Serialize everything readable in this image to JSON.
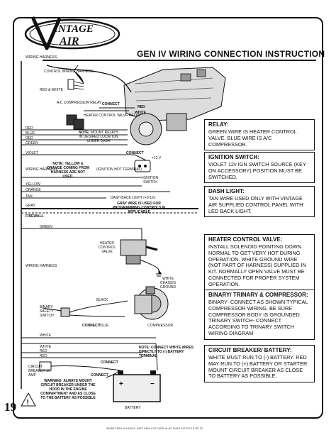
{
  "brand": {
    "logo_text": "VINTAGE AIR"
  },
  "page_title": "GEN IV WIRING CONNECTION INSTRUCTION",
  "page_number": "19",
  "footer": "904557 REV A 4/16/12, INST 1969 CUTLASS w/ AC EVAP KIT PG 19 OF 22",
  "labels": {
    "wiring_harness_top": "WIRING HARNESS",
    "control_wiring_harness": "CONTROL WIRING HARNESS",
    "red_white": "RED & WHITE",
    "ac_compressor_relay": "A/C COMPRESSOR RELAY",
    "connect_1": "CONNECT",
    "connect_red": "RED",
    "connect_white": "WHITE",
    "heater_control_valve_relay": "HEATER CONTROL VALVE RELAY",
    "red": "RED",
    "blue": "BLUE",
    "red_2": "RED",
    "green": "GREEN",
    "mount_note_label": "NOTE:",
    "mount_note": "MOUNT RELAYS IN DESIRED LOCATION UNDER DASH",
    "violet": "VIOLET",
    "connect_12v": "CONNECT",
    "plus12v": "+12 V",
    "ignition_hot_terminal": "(IGNITION HOT TERMINAL)",
    "ignition_switch": "IGNITION SWITCH",
    "wiring_harness_mid": "WIRING HARNESS",
    "yellow_orange_note": "NOTE: YELLOW & ORANGE COMING FROM HARNESS ARE NOT USED.",
    "yellow": "YELLOW",
    "orange": "ORANGE",
    "tan": "TAN",
    "gray": "GRAY",
    "dash_back_light": "DASH BACK LIGHT (+0-12v",
    "gray_wire_note": "GRAY WIRE IS USED FOR PROGRAMMING CONTROLS IF APPLICABLE",
    "firewall": "FIREWALL",
    "green_lower": "GREEN",
    "heater_control_valve": "HEATER CONTROL VALVE",
    "wiring_harness_low": "WIRING HARNESS",
    "white_chassis_ground": "WHITE CHASSIS GROUND",
    "binary_safety_switch": "BINARY SAFETY SWITCH",
    "black": "BLACK",
    "connect_blue": "CONNECT",
    "blue_lower": "BLUE",
    "compressor": "COMPRESSOR",
    "white_1": "WHITE",
    "white_2": "WHITE",
    "red_lower": "RED",
    "red_lower_2": "RED",
    "connect_white_note": "NOTE: CONNECT WHITE WIRES DIRECTLY TO (-) BATTERY TERMINAL",
    "circuit_breaker_30amp": "CIRCUIT BREAKER 30 AMP",
    "connect_batt_1": "CONNECT",
    "connect_batt_2": "CONNECT",
    "warning": "WARNING: ALWAYS MOUNT CIRCUIT BREAKER UNDER THE HOOD IN THE ENGINE COMPARTMENT AND AS CLOSE TO THE BATTERY AS POSSIBLE",
    "battery": "BATTERY"
  },
  "info_boxes": [
    {
      "title": "RELAY:",
      "body": "GREEN WIRE IS HEATER CONTROL VALVE. BLUE WIRE IS A/C COMPRESSOR."
    },
    {
      "title": "IGNITION SWITCH:",
      "body": "VIOLET 12v IGN SWITCH SOURCE (KEY ON ACCESSORY) POSITION MUST BE SWITCHED."
    },
    {
      "title": "DASH LIGHT:",
      "body": "TAN WIRE USED ONLY WITH VINTAGE AIR SUPPLIED CONTROL PANEL WITH LED BACK LIGHT."
    },
    {
      "title": "HEATER CONTROL VALVE:",
      "body": "INSTALL SOLENOID POINTING DOWN. NORMAL TO GET VERY HOT DURING OPERATION. WHITE GROUND WIRE (NOT PART OF HARNESS) SUPPLIED IN KIT. NORMALLY OPEN VALVE MUST BE CONNECTED FOR PROPER SYSTEM OPERATION."
    },
    {
      "title": "BINARY/ TRINARY & COMPRESSOR:",
      "body": "BINARY- CONNECT AS SHOWN TYPICAL COMPRESSOR WIRING. BE SURE COMPRESSOR BODY IS GROUNDED. TRINARY SWITCH- CONNECT ACCORDING TO TRINARY SWITCH WIRING DIAGRAM"
    },
    {
      "title": "CIRCUIT BREAKER/ BATTERY:",
      "body": "WHITE MUST RUN TO (-) BATTERY. RED MAY RUN TO (+) BATTERY OR STARTER. MOUNT CIRCUIT BREAKER AS CLOSE TO BATTERY AS POSSIBLE."
    }
  ]
}
